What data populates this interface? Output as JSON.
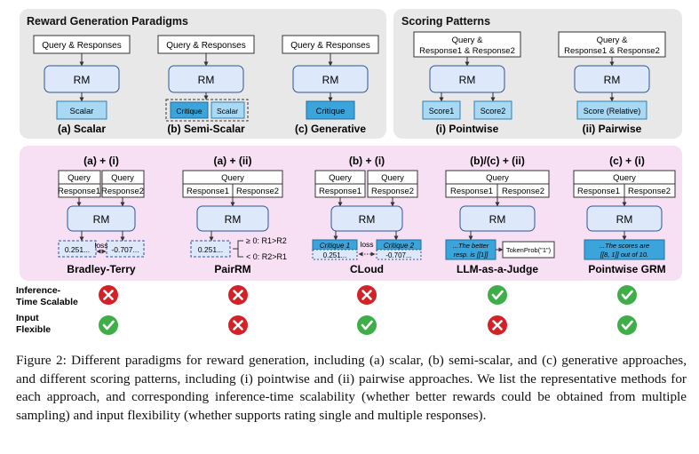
{
  "top_left": {
    "title": "Reward Generation Paradigms",
    "scalar": {
      "input": "Query & Responses",
      "model": "RM",
      "output": "Scalar",
      "label": "(a) Scalar"
    },
    "semi": {
      "input": "Query & Responses",
      "model": "RM",
      "out1": "Critique",
      "out2": "Scalar",
      "label": "(b) Semi-Scalar"
    },
    "generative": {
      "input": "Query & Responses",
      "model": "RM",
      "output": "Critique",
      "label": "(c) Generative"
    }
  },
  "top_right": {
    "title": "Scoring Patterns",
    "pointwise": {
      "input1": "Query &",
      "input2": "Response1 & Response2",
      "model": "RM",
      "out1": "Score1",
      "out2": "Score2",
      "label": "(i) Pointwise"
    },
    "pairwise": {
      "input1": "Query &",
      "input2": "Response1 & Response2",
      "model": "RM",
      "output": "Score (Relative)",
      "label": "(ii) Pairwise"
    }
  },
  "methods": [
    {
      "combo": "(a) + (i)",
      "query": "Query",
      "resp1": "Response1",
      "resp2": "Response2",
      "model": "RM",
      "out1": "0.251...",
      "out2": "-0.707...",
      "loss": "loss",
      "name": "Bradley-Terry"
    },
    {
      "combo": "(a) + (ii)",
      "query": "Query",
      "resp1": "Response1",
      "resp2": "Response2",
      "model": "RM",
      "out1": "0.251...",
      "rule1": "≥ 0: R1>R2",
      "rule2": "< 0: R2>R1",
      "name": "PairRM"
    },
    {
      "combo": "(b) + (i)",
      "query": "Query",
      "resp1": "Response1",
      "resp2": "Response2",
      "model": "RM",
      "crit1": "Critique 1",
      "crit2": "Critique 2",
      "out1": "0.251...",
      "out2": "-0.707...",
      "loss": "loss",
      "name": "CLoud"
    },
    {
      "combo": "(b)/(c) + (ii)",
      "query": "Query",
      "resp1": "Response1",
      "resp2": "Response2",
      "model": "RM",
      "gen1": "...The better",
      "gen2": "resp. is [[1]]",
      "token": "TokenProb(\"1\")",
      "name": "LLM-as-a-Judge"
    },
    {
      "combo": "(c) + (i)",
      "query": "Query",
      "resp1": "Response1",
      "resp2": "Response2",
      "model": "RM",
      "gen1": "...The scores are",
      "gen2": "[[8, 1]] out of 10.",
      "name": "Pointwise GRM"
    }
  ],
  "rows": [
    {
      "label1": "Inference-",
      "label2": "Time Scalable",
      "values": [
        false,
        false,
        false,
        true,
        true
      ]
    },
    {
      "label1": "Input",
      "label2": "Flexible",
      "values": [
        true,
        false,
        true,
        false,
        true
      ]
    }
  ],
  "colors": {
    "yes": "#3fae49",
    "no": "#d42027",
    "model_fill": "#dde9fb",
    "model_stroke": "#2f5597",
    "output_fill": "#a9d8f3",
    "critique_fill": "#3aa4db",
    "top_panel": "#e8e8e8",
    "bottom_panel": "#f7dff4"
  },
  "caption": "Figure 2: Different paradigms for reward generation, including (a) scalar, (b) semi-scalar, and (c) generative approaches, and different scoring patterns, including (i) pointwise and (ii) pairwise approaches. We list the representative methods for each approach, and corresponding inference-time scalability (whether better rewards could be obtained from multiple sampling) and input flexibility (whether supports rating single and multiple responses)."
}
